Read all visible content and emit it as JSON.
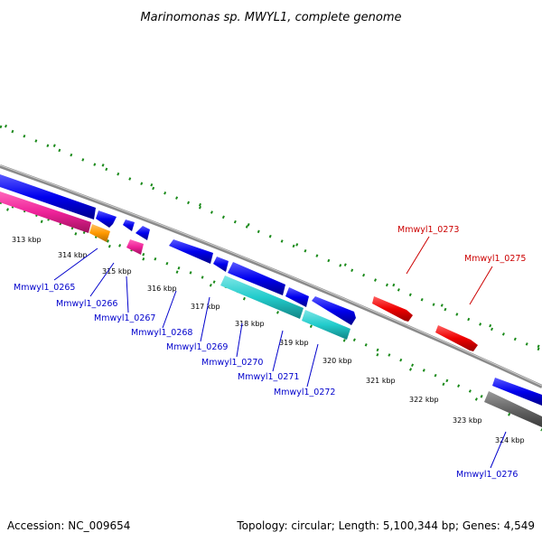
{
  "title": "Marinomonas sp. MWYL1, complete genome",
  "footer": {
    "accession": "Accession: NC_009654",
    "summary": "Topology: circular; Length: 5,100,344 bp; Genes: 4,549"
  },
  "colors": {
    "backbone": "#8a8a8a",
    "forward_gc_dots": "#1a8a1a",
    "label_forward": "#cc0000",
    "label_reverse": "#0000cc",
    "cds_blue": "#0000ee",
    "cds_red": "#ee0000",
    "cds_orange": "#ff9900",
    "cds_pink": "#ee2299",
    "cds_cyan": "#22cccc",
    "cds_grey": "#666666"
  },
  "kbp_ticks": [
    "313 kbp",
    "314 kbp",
    "315 kbp",
    "316 kbp",
    "317 kbp",
    "318 kbp",
    "319 kbp",
    "320 kbp",
    "321 kbp",
    "322 kbp",
    "323 kbp",
    "324 kbp"
  ],
  "genes_forward": [
    {
      "label": "Mmwyl1_0273"
    },
    {
      "label": "Mmwyl1_0275"
    }
  ],
  "genes_reverse": [
    {
      "label": "Mmwyl1_0265"
    },
    {
      "label": "Mmwyl1_0266"
    },
    {
      "label": "Mmwyl1_0267"
    },
    {
      "label": "Mmwyl1_0268"
    },
    {
      "label": "Mmwyl1_0269"
    },
    {
      "label": "Mmwyl1_0270"
    },
    {
      "label": "Mmwyl1_0271"
    },
    {
      "label": "Mmwyl1_0272"
    },
    {
      "label": "Mmwyl1_0276"
    }
  ]
}
